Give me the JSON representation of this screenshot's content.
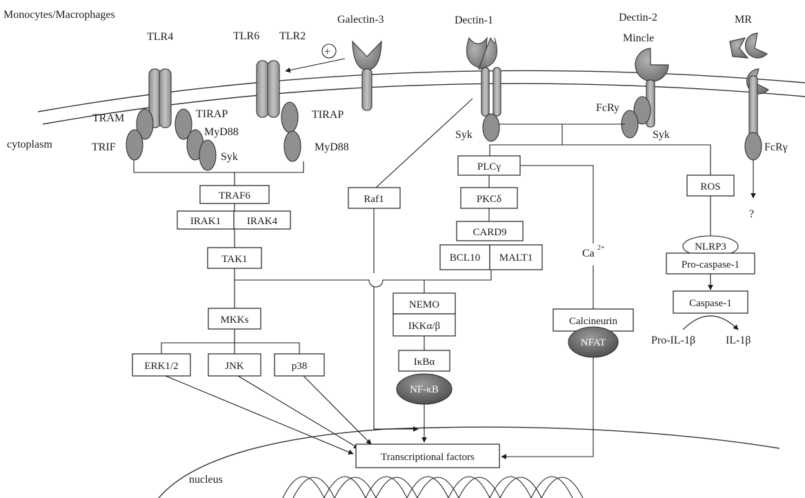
{
  "cell_type": "Monocytes/Macrophages",
  "compartments": {
    "cytoplasm": "cytoplasm",
    "nucleus": "nucleus"
  },
  "receptors": {
    "tlr4": "TLR4",
    "tlr6": "TLR6",
    "tlr2": "TLR2",
    "galectin3": "Galectin-3",
    "dectin1": "Dectin-1",
    "dectin2": "Dectin-2",
    "mincle": "Mincle",
    "mr": "MR"
  },
  "adaptors": {
    "tram": "TRAM",
    "trif": "TRIF",
    "tirap_left": "TIRAP",
    "myd88_left": "MyD88",
    "syk_left": "Syk",
    "tirap_right": "TIRAP",
    "myd88_right": "MyD88",
    "syk_dectin1": "Syk",
    "fcry_dectin2": "FcRy",
    "syk_dectin2": "Syk",
    "fcry_mr": "FcRγ"
  },
  "plus_sign": "+",
  "question": "?",
  "boxes": {
    "traf6": "TRAF6",
    "irak1": "IRAK1",
    "irak4": "IRAK4",
    "tak1": "TAK1",
    "mkks": "MKKs",
    "erk": "ERK1/2",
    "jnk": "JNK",
    "p38": "p38",
    "raf1": "Raf1",
    "plcg": "PLCγ",
    "pkcd": "PKCδ",
    "card9": "CARD9",
    "bcl10": "BCL10",
    "malt1": "MALT1",
    "nemo": "NEMO",
    "ikk": "IKKα/β",
    "ikba": "IκBα",
    "calcineurin": "Calcineurin",
    "ros": "ROS",
    "procaspase1": "Pro-caspase-1",
    "caspase1": "Caspase-1",
    "transcription": "Transcriptional factors"
  },
  "ovals": {
    "nfkb": "NF-κB",
    "nfat": "NFAT",
    "nlrp3": "NLRP3"
  },
  "labels": {
    "ca": "Ca",
    "ca_sup": "2+",
    "pro_il1b": "Pro-IL-1β",
    "il1b": "IL-1β"
  },
  "colors": {
    "receptor_fill": "#a9a9a9",
    "adaptor_fill": "#8f8f8f",
    "nfkb_fill": "#6e6e6e",
    "nfat_fill": "#7a7a7a",
    "line": "#1a1a1a"
  }
}
